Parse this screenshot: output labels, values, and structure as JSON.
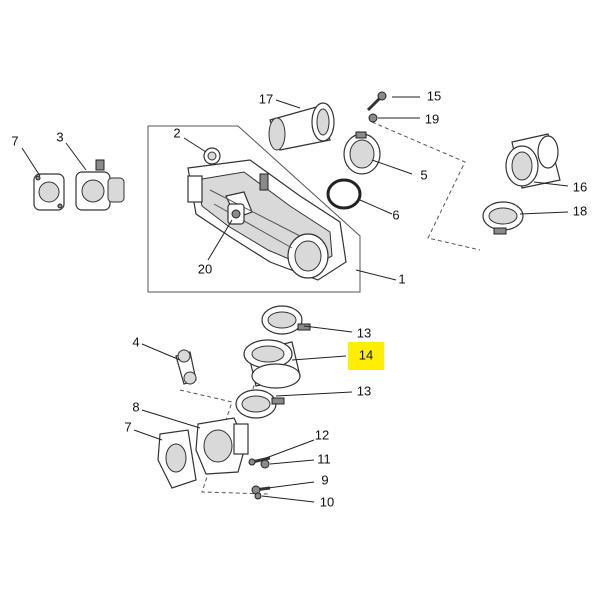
{
  "diagram": {
    "callouts": [
      {
        "id": "c17",
        "text": "17",
        "highlight": false
      },
      {
        "id": "c15",
        "text": "15",
        "highlight": false
      },
      {
        "id": "c19",
        "text": "19",
        "highlight": false
      },
      {
        "id": "c7a",
        "text": "7",
        "highlight": false
      },
      {
        "id": "c3",
        "text": "3",
        "highlight": false
      },
      {
        "id": "c2",
        "text": "2",
        "highlight": false
      },
      {
        "id": "c5",
        "text": "5",
        "highlight": false
      },
      {
        "id": "c16",
        "text": "16",
        "highlight": false
      },
      {
        "id": "c6",
        "text": "6",
        "highlight": false
      },
      {
        "id": "c18",
        "text": "18",
        "highlight": false
      },
      {
        "id": "c20",
        "text": "20",
        "highlight": false
      },
      {
        "id": "c1",
        "text": "1",
        "highlight": false
      },
      {
        "id": "c13a",
        "text": "13",
        "highlight": false
      },
      {
        "id": "c4",
        "text": "4",
        "highlight": false
      },
      {
        "id": "c14",
        "text": "14",
        "highlight": true
      },
      {
        "id": "c13b",
        "text": "13",
        "highlight": false
      },
      {
        "id": "c8",
        "text": "8",
        "highlight": false
      },
      {
        "id": "c7b",
        "text": "7",
        "highlight": false
      },
      {
        "id": "c12",
        "text": "12",
        "highlight": false
      },
      {
        "id": "c11",
        "text": "11",
        "highlight": false
      },
      {
        "id": "c9",
        "text": "9",
        "highlight": false
      },
      {
        "id": "c10",
        "text": "10",
        "highlight": false
      }
    ],
    "colors": {
      "highlight": "#ffee00",
      "line": "#222222",
      "background": "#ffffff"
    }
  }
}
